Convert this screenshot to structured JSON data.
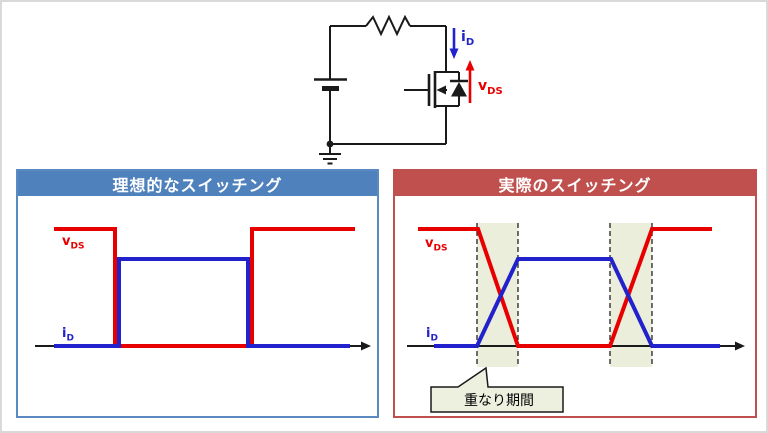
{
  "colors": {
    "header_blue": "#4f81bd",
    "header_red": "#c0504d",
    "panel_border_blue": "#5b8ac2",
    "panel_border_red": "#c0504d",
    "wave_red": "#e80000",
    "wave_blue": "#2222cc",
    "band_fill": "#ebeedb",
    "callout_fill": "#edefdf"
  },
  "labels": {
    "vds": {
      "main": "v",
      "sub": "DS"
    },
    "id": {
      "main": "i",
      "sub": "D"
    }
  },
  "circuit": {
    "components": "voltage-source, resistor, n-mosfet with body diode, ground",
    "current_arrow": "i_D points down into drain (blue)",
    "voltage_arrow": "v_DS points up across drain-source (red)"
  },
  "panels": {
    "ideal": {
      "title": "理想的なスイッチング"
    },
    "actual": {
      "title": "実際のスイッチング",
      "callout": "重なり期間"
    }
  },
  "waveforms": {
    "ideal": {
      "vds": {
        "color": "#e80000",
        "points_t_v": [
          [
            0,
            1
          ],
          [
            2.5,
            1
          ],
          [
            2.5,
            0
          ],
          [
            6.5,
            0
          ],
          [
            6.5,
            1
          ],
          [
            10,
            1
          ]
        ]
      },
      "id": {
        "color": "#2222cc",
        "points_t_v": [
          [
            0,
            0
          ],
          [
            2.5,
            0
          ],
          [
            2.5,
            0.75
          ],
          [
            6.5,
            0.75
          ],
          [
            6.5,
            0
          ],
          [
            10,
            0
          ]
        ]
      }
    },
    "actual": {
      "vds": {
        "color": "#e80000",
        "points_t_v": [
          [
            0,
            1
          ],
          [
            2,
            1
          ],
          [
            3.3,
            0
          ],
          [
            6.1,
            0
          ],
          [
            7.4,
            1
          ],
          [
            10,
            1
          ]
        ]
      },
      "id": {
        "color": "#2222cc",
        "points_t_v": [
          [
            0,
            0
          ],
          [
            2,
            0
          ],
          [
            3.3,
            0.75
          ],
          [
            6.1,
            0.75
          ],
          [
            7.4,
            0
          ],
          [
            10,
            0
          ]
        ]
      },
      "overlap_bands_t": [
        [
          2,
          3.3
        ],
        [
          6.1,
          7.4
        ]
      ]
    }
  }
}
